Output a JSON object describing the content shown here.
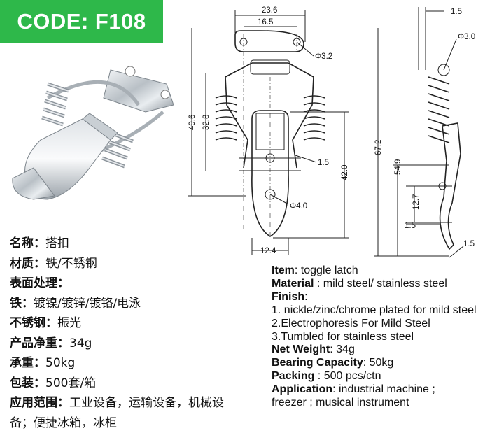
{
  "code": "CODE: F108",
  "dimensions": {
    "top_width": "23.6",
    "hole_spacing": "16.5",
    "small_hole": "Φ3.2",
    "total_height": "49.6",
    "spring_height": "32.8",
    "thickness": "1.5",
    "hook_height": "42.0",
    "bottom_hole": "Φ4.0",
    "bottom_width": "12.4",
    "side_top": "1.5",
    "side_hole": "Φ3.0",
    "side_total": "67.2",
    "side_lower": "54.9",
    "side_pivot": "12.7",
    "side_lip": "1.5",
    "side_tip": "1.5"
  },
  "chinese_specs": [
    {
      "label": "名称：",
      "value": "搭扣"
    },
    {
      "label": "材质：",
      "value": "铁/不锈钢"
    },
    {
      "label": "表面处理：",
      "value": ""
    },
    {
      "label": "铁：",
      "value": "镀镍/镀锌/镀铬/电泳"
    },
    {
      "label": "不锈钢：",
      "value": "振光"
    },
    {
      "label": "产品净重：",
      "value": "34g"
    },
    {
      "label": "承重：",
      "value": "50kg"
    },
    {
      "label": "包装：",
      "value": "500套/箱"
    },
    {
      "label": "应用范围：",
      "value": "工业设备，运输设备，机械设"
    },
    {
      "label": "",
      "value": "备；便捷冰箱，冰柜"
    }
  ],
  "english_specs": [
    {
      "label": "Item",
      "value": ": toggle latch"
    },
    {
      "label": "Material",
      "value": " : mild steel/ stainless steel"
    },
    {
      "label": "Finish",
      "value": ":"
    },
    {
      "label": "",
      "value": "1. nickle/zinc/chrome plated for mild steel"
    },
    {
      "label": "",
      "value": "2.Electrophoresis For Mild Steel"
    },
    {
      "label": "",
      "value": "3.Tumbled for stainless steel"
    },
    {
      "label": "Net Weight",
      "value": ": 34g"
    },
    {
      "label": "Bearing Capacity",
      "value": ": 50kg"
    },
    {
      "label": "Packing",
      "value": " : 500 pcs/ctn"
    },
    {
      "label": "Application",
      "value": ": industrial machine ;"
    },
    {
      "label": "",
      "value": "freezer ; musical instrument"
    }
  ],
  "colors": {
    "badge": "#2eb84a",
    "badge_text": "#ffffff"
  }
}
